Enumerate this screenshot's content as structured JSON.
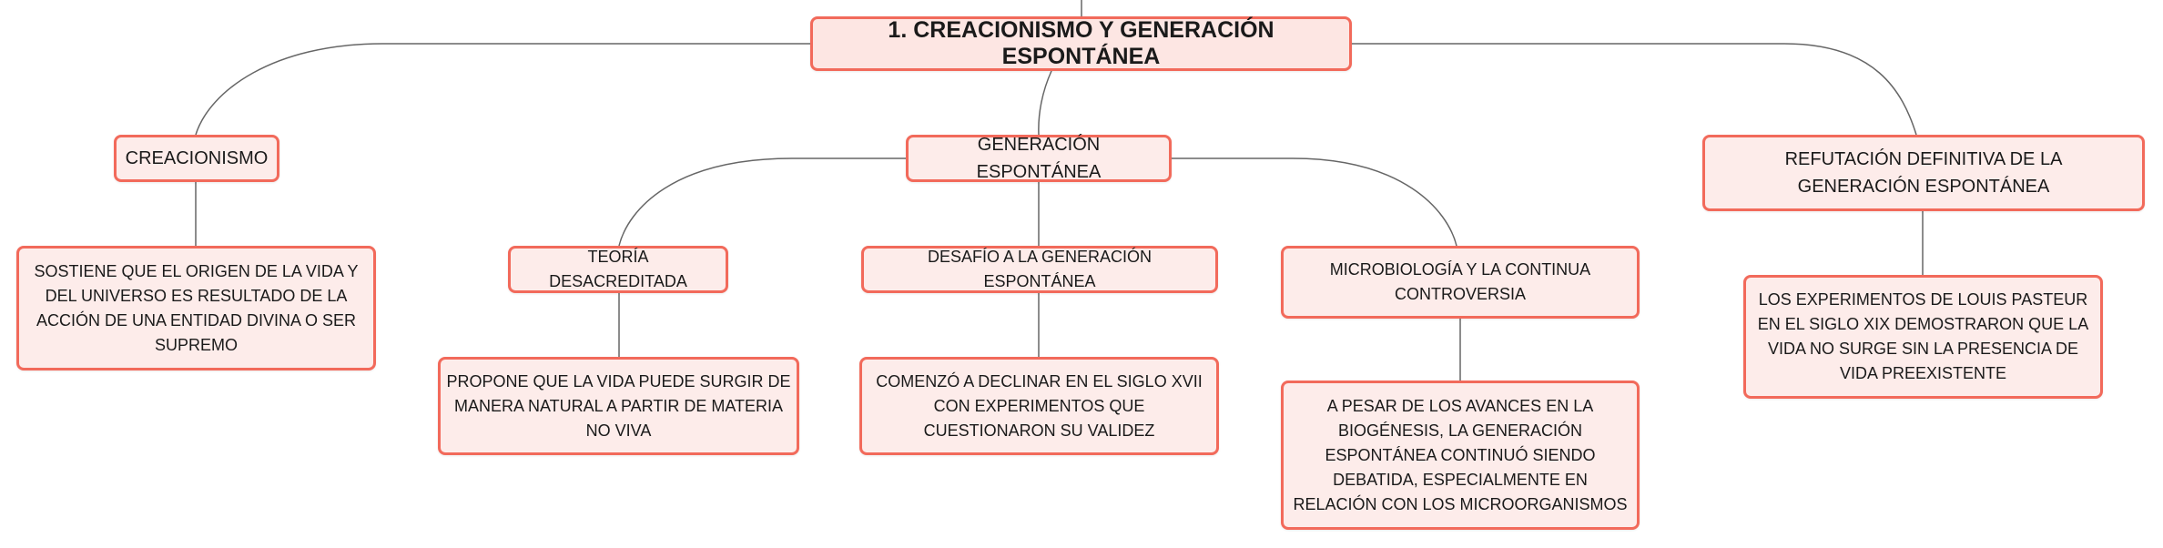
{
  "colors": {
    "node_fill": "#fdecea",
    "node_border": "#f26a5b",
    "connector": "#666666"
  },
  "root": {
    "label": "1. CREACIONISMO Y GENERACIÓN ESPONTÁNEA"
  },
  "creacionismo": {
    "label": "CREACIONISMO",
    "detail": "SOSTIENE QUE EL ORIGEN DE LA VIDA Y DEL UNIVERSO ES RESULTADO DE LA ACCIÓN DE UNA ENTIDAD DIVINA O SER SUPREMO"
  },
  "generacion": {
    "label": "GENERACIÓN ESPONTÁNEA",
    "teoria": {
      "label": "TEORÍA DESACREDITADA",
      "detail": "PROPONE QUE LA VIDA PUEDE SURGIR DE MANERA NATURAL A PARTIR DE MATERIA NO VIVA"
    },
    "desafio": {
      "label": "DESAFÍO A LA GENERACIÓN ESPONTÁNEA",
      "detail": "COMENZÓ A DECLINAR EN EL SIGLO XVII CON EXPERIMENTOS QUE CUESTIONARON SU VALIDEZ"
    },
    "microbiologia": {
      "label": "MICROBIOLOGÍA Y LA CONTINUA CONTROVERSIA",
      "detail": "A PESAR DE LOS AVANCES EN LA BIOGÉNESIS, LA GENERACIÓN ESPONTÁNEA CONTINUÓ SIENDO DEBATIDA, ESPECIALMENTE EN RELACIÓN CON LOS MICROORGANISMOS"
    }
  },
  "refutacion": {
    "label": "REFUTACIÓN DEFINITIVA DE LA GENERACIÓN ESPONTÁNEA",
    "detail": "LOS EXPERIMENTOS DE LOUIS PASTEUR EN EL SIGLO XIX DEMOSTRARON QUE LA VIDA NO SURGE SIN LA PRESENCIA DE VIDA PREEXISTENTE"
  }
}
